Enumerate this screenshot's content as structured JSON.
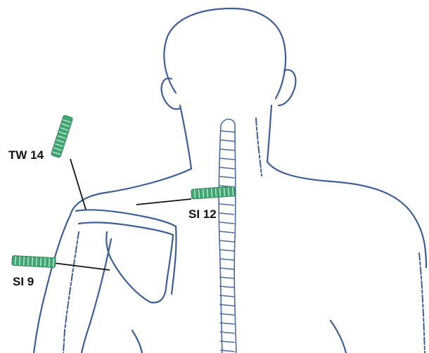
{
  "points": [
    {
      "id": "tw14",
      "label": "TW 14"
    },
    {
      "id": "si12",
      "label": "SI 12"
    },
    {
      "id": "si9",
      "label": "SI 9"
    }
  ],
  "colors": {
    "outline": "#3d5f95",
    "needle": "#3fa672",
    "label": "#111111",
    "background": "#ffffff"
  }
}
